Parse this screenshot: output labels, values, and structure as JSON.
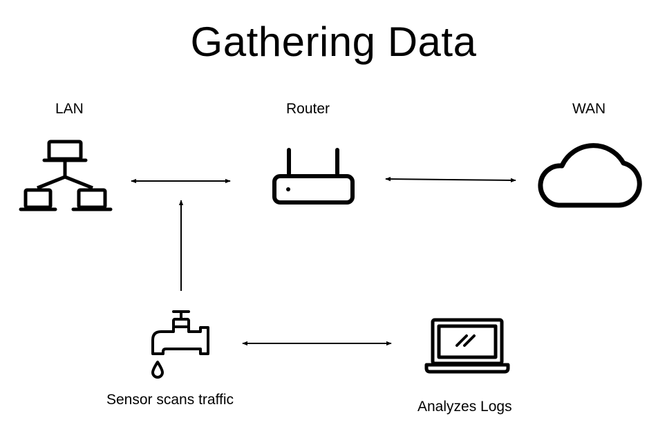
{
  "title": "Gathering Data",
  "nodes": {
    "lan": {
      "label": "LAN",
      "icon": "network-topology-icon"
    },
    "router": {
      "label": "Router",
      "icon": "router-icon"
    },
    "wan": {
      "label": "WAN",
      "icon": "cloud-icon"
    },
    "sensor": {
      "label": "Sensor scans traffic",
      "icon": "faucet-icon"
    },
    "logs": {
      "label": "Analyzes Logs",
      "icon": "laptop-icon"
    }
  },
  "connections": [
    {
      "from": "lan",
      "to": "router",
      "direction": "both"
    },
    {
      "from": "router",
      "to": "wan",
      "direction": "both"
    },
    {
      "from": "sensor",
      "to": "lan-router-link",
      "direction": "forward"
    },
    {
      "from": "sensor",
      "to": "logs",
      "direction": "both"
    }
  ],
  "colors": {
    "stroke": "#000000",
    "background": "#ffffff"
  }
}
